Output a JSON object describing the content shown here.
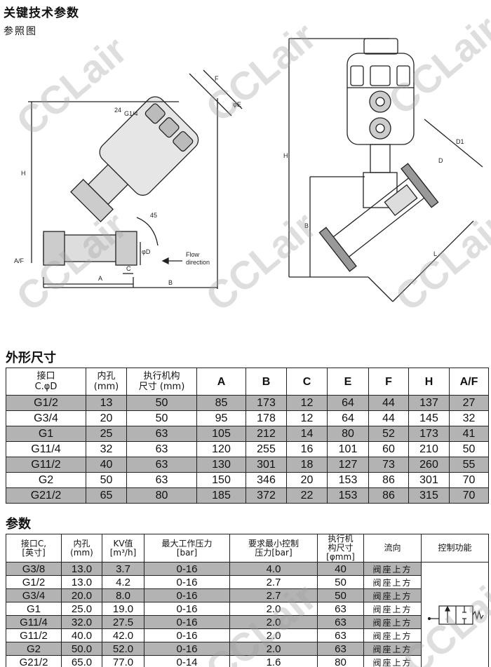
{
  "header": {
    "title": "关键技术参数",
    "subtitle": "参照图"
  },
  "watermark": "CCLair",
  "drawing_left": {
    "dim_24": "24",
    "thread": "G1/4",
    "dim_F": "F",
    "dim_E": "φE",
    "dim_H": "H",
    "angle": "45",
    "dim_AF": "A/F",
    "dim_D": "φD",
    "dim_C": "C",
    "dim_A": "A",
    "dim_B": "B",
    "flow": "Flow",
    "direction": "direction"
  },
  "drawing_right": {
    "dim_H": "H",
    "dim_B": "B",
    "dim_D1": "D1",
    "dim_D": "D",
    "dim_L": "L"
  },
  "dimensions": {
    "title": "外形尺寸",
    "headers": {
      "port_1": "接口",
      "port_2": "C.φD",
      "bore_1": "内孔",
      "bore_2": "(mm)",
      "act_1": "执行机构",
      "act_2": "尺寸 (mm)",
      "A": "A",
      "B": "B",
      "C": "C",
      "E": "E",
      "F": "F",
      "H": "H",
      "AF": "A/F"
    },
    "rows": [
      [
        "G1/2",
        "13",
        "50",
        "85",
        "173",
        "12",
        "64",
        "44",
        "137",
        "27"
      ],
      [
        "G3/4",
        "20",
        "50",
        "95",
        "178",
        "12",
        "64",
        "44",
        "145",
        "32"
      ],
      [
        "G1",
        "25",
        "63",
        "105",
        "212",
        "14",
        "80",
        "52",
        "173",
        "41"
      ],
      [
        "G11/4",
        "32",
        "63",
        "120",
        "255",
        "16",
        "101",
        "60",
        "210",
        "50"
      ],
      [
        "G11/2",
        "40",
        "63",
        "130",
        "301",
        "18",
        "127",
        "73",
        "260",
        "55"
      ],
      [
        "G2",
        "50",
        "63",
        "150",
        "346",
        "20",
        "153",
        "86",
        "301",
        "70"
      ],
      [
        "G21/2",
        "65",
        "80",
        "185",
        "372",
        "22",
        "153",
        "86",
        "315",
        "70"
      ]
    ]
  },
  "params": {
    "title": "参数",
    "headers": {
      "port_1": "接口C,",
      "port_2": "[英寸]",
      "bore_1": "内孔",
      "bore_2": "(mm)",
      "kv_1": "KV值",
      "kv_2": "[m³/h]",
      "pmax_1": "最大工作压力",
      "pmax_2": "[bar]",
      "pmin_1": "要求最小控制",
      "pmin_2": "压力[bar]",
      "act_1": "执行机",
      "act_2": "构尺寸",
      "act_3": "[φmm]",
      "flow": "流向",
      "func": "控制功能"
    },
    "rows": [
      [
        "G3/8",
        "13.0",
        "3.7",
        "0-16",
        "4.0",
        "40",
        "阀座上方"
      ],
      [
        "G1/2",
        "13.0",
        "4.2",
        "0-16",
        "2.7",
        "50",
        "阀座上方"
      ],
      [
        "G3/4",
        "20.0",
        "8.0",
        "0-16",
        "2.7",
        "50",
        "阀座上方"
      ],
      [
        "G1",
        "25.0",
        "19.0",
        "0-16",
        "2.0",
        "63",
        "阀座上方"
      ],
      [
        "G11/4",
        "32.0",
        "27.5",
        "0-16",
        "2.0",
        "63",
        "阀座上方"
      ],
      [
        "G11/2",
        "40.0",
        "42.0",
        "0-16",
        "2.0",
        "63",
        "阀座上方"
      ],
      [
        "G2",
        "50.0",
        "52.0",
        "0-16",
        "2.0",
        "63",
        "阀座上方"
      ],
      [
        "G21/2",
        "65.0",
        "77.0",
        "0-14",
        "1.6",
        "80",
        "阀座上方"
      ]
    ]
  }
}
